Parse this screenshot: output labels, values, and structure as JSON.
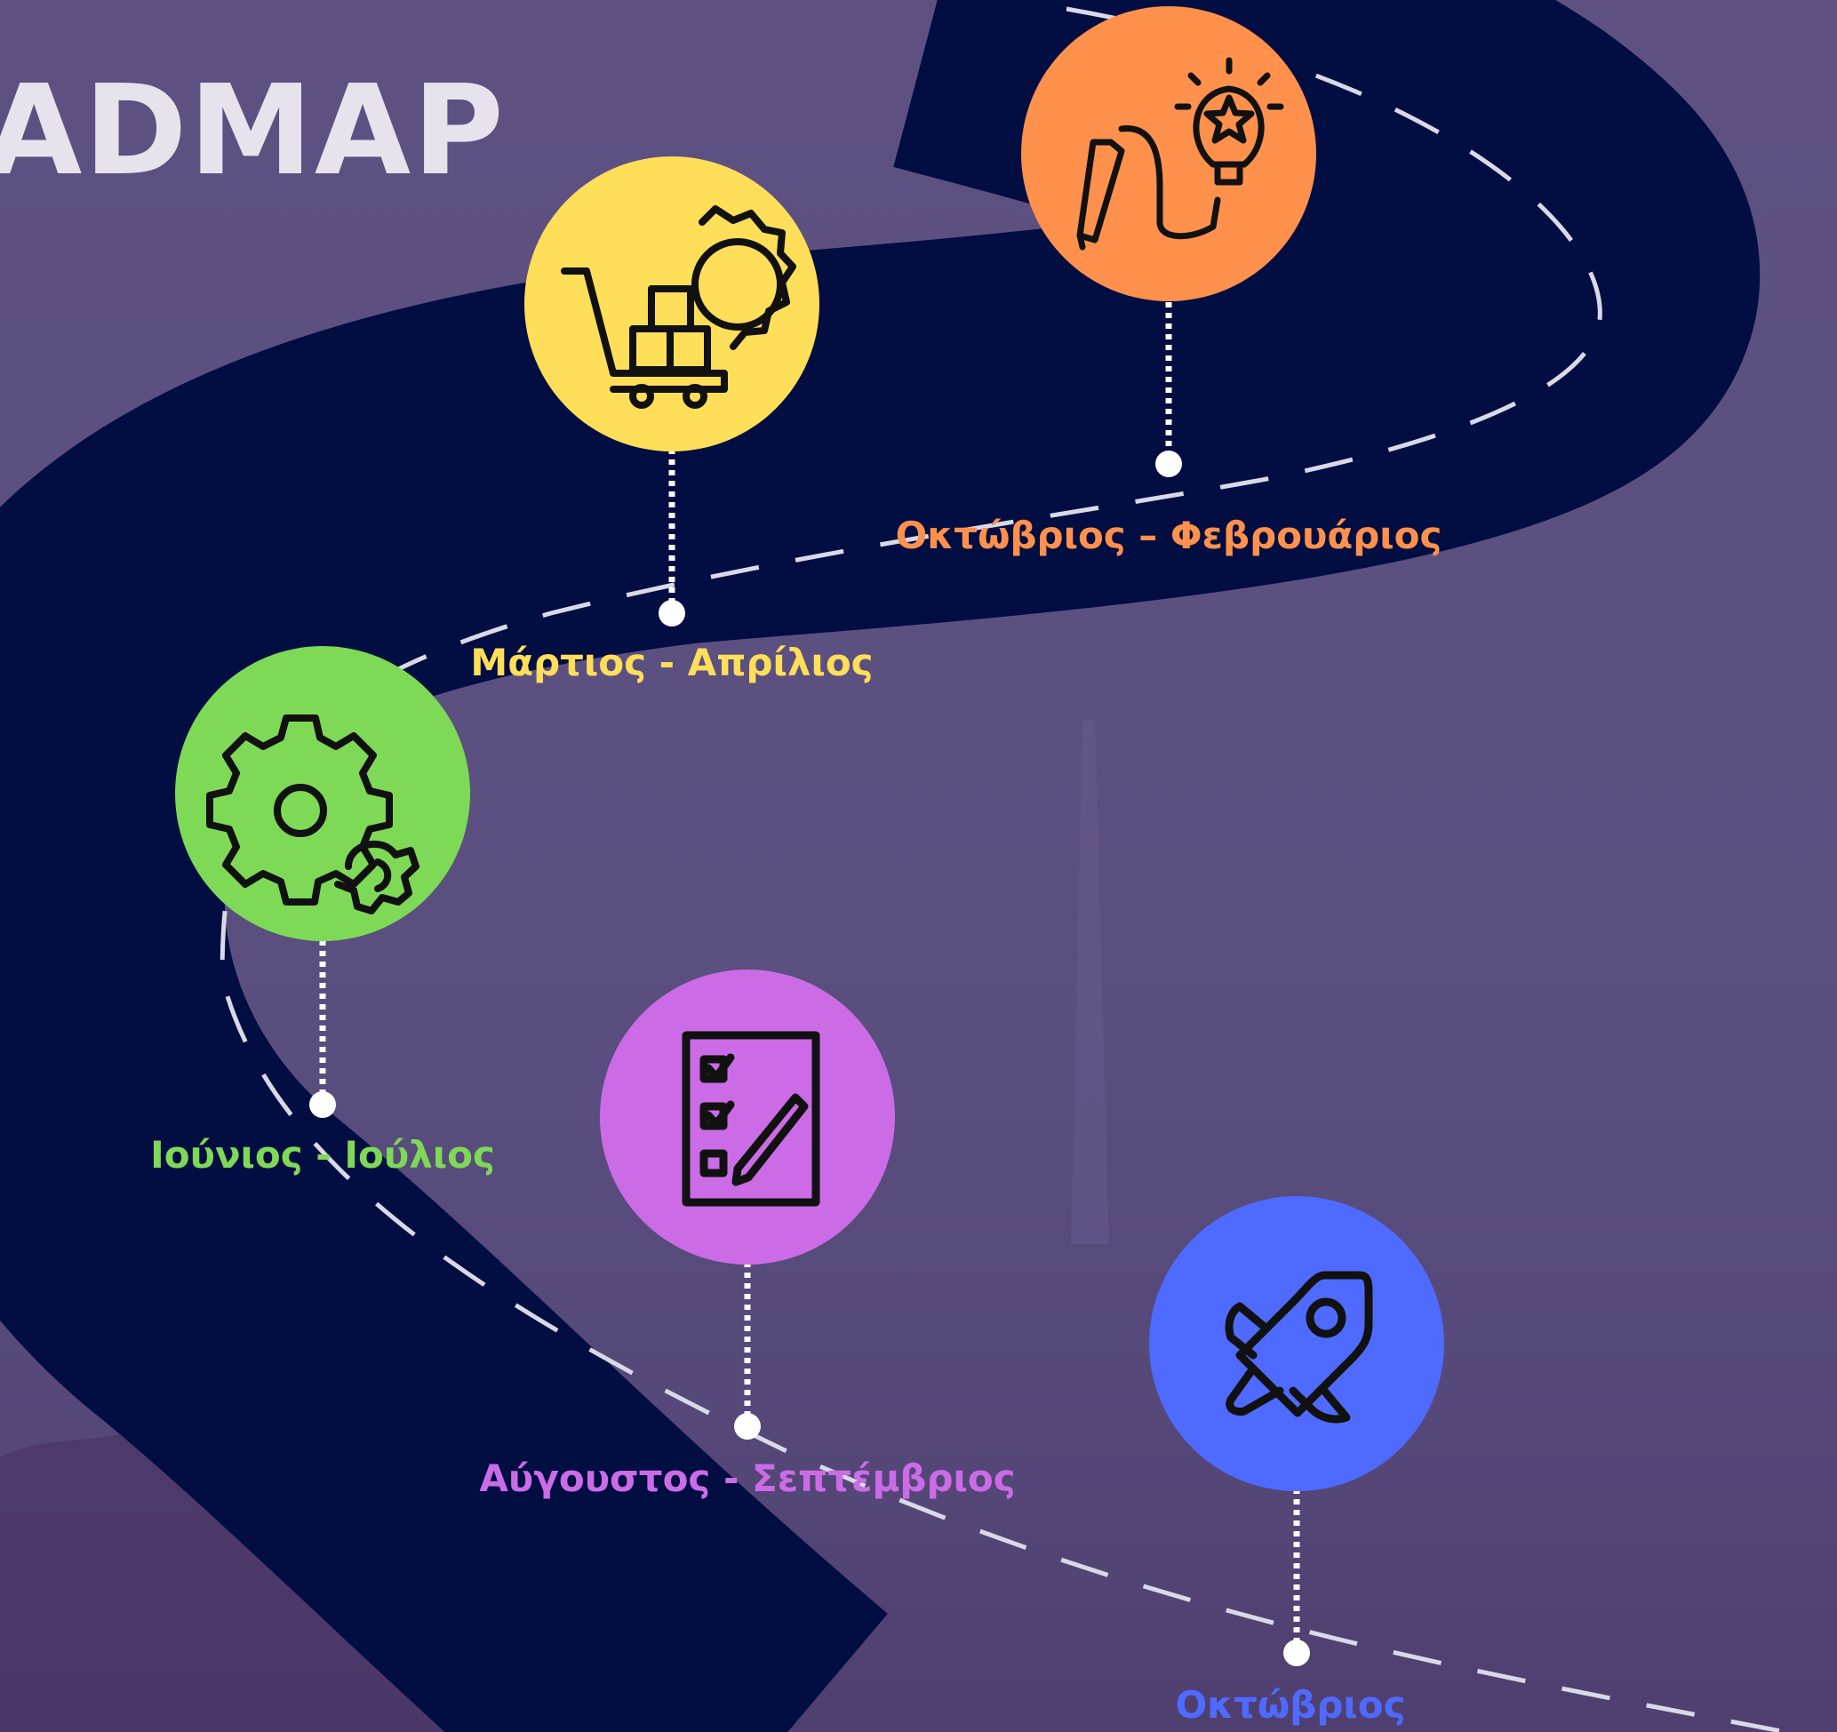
{
  "title": "ADMAP",
  "milestones": [
    {
      "label": "Οκτώβριος – Φεβρουάριος",
      "color": "#ff914d",
      "icon": "idea-lightbulb-pencil-icon"
    },
    {
      "label": "Μάρτιος - Απρίλιος",
      "color": "#ffde59",
      "icon": "cart-boxes-gear-icon"
    },
    {
      "label": "Ιούνιος - Ιούλιος",
      "color": "#7ed957",
      "icon": "gears-icon"
    },
    {
      "label": "Αύγουστος - Σεπτέμβριος",
      "color": "#cb6ce6",
      "icon": "checklist-pencil-icon"
    },
    {
      "label": "Οκτώβριος",
      "color": "#4f6bff",
      "icon": "rocket-icon"
    }
  ],
  "colors": {
    "background": "#5a4f7f",
    "road": "#020d42",
    "road_marking": "#d9d9e8",
    "connector": "#ffffff",
    "title": "#e6e3ec"
  }
}
